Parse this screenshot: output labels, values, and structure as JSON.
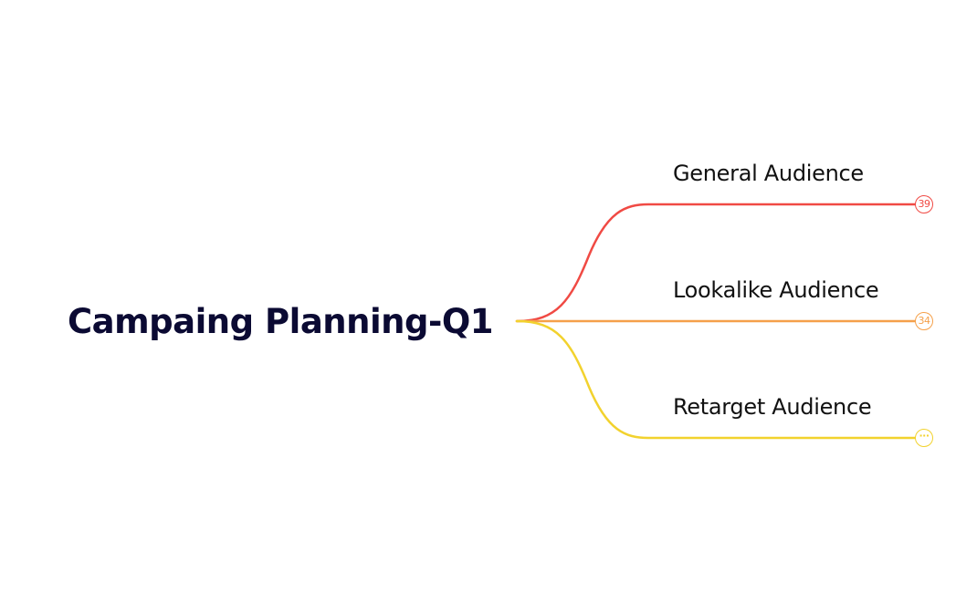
{
  "mindmap": {
    "root": {
      "title": "Campaing Planning-Q1"
    },
    "branches": [
      {
        "label": "General Audience",
        "badge": "39",
        "color": "#f04a44"
      },
      {
        "label": "Lookalike Audience",
        "badge": "34",
        "color": "#f5a04a"
      },
      {
        "label": "Retarget Audience",
        "badge": "···",
        "badge_icon": "more-dots-icon",
        "color": "#f2d22e"
      }
    ]
  }
}
